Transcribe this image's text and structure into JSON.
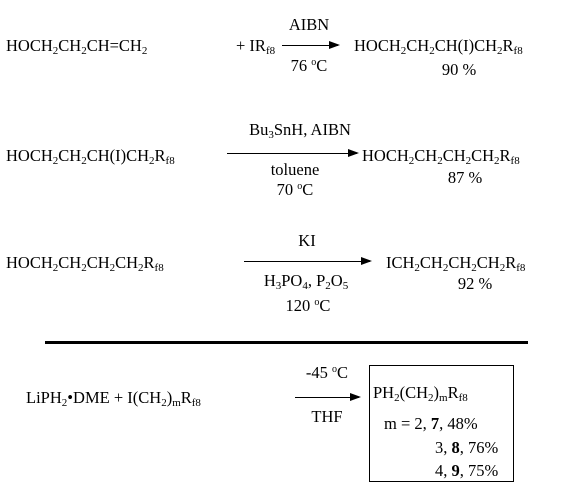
{
  "reactions": [
    {
      "reactants": [
        [
          [
            "HOCH",
            ""
          ],
          [
            "2",
            ".sub"
          ],
          [
            "CH",
            ""
          ],
          [
            "2",
            ".sub"
          ],
          [
            "CH=CH",
            ""
          ],
          [
            "2",
            ".sub"
          ]
        ],
        [
          [
            "+  IR",
            ""
          ],
          [
            "f8",
            ".sub"
          ]
        ]
      ],
      "conditions_above": [
        [
          [
            "AIBN",
            ""
          ]
        ]
      ],
      "conditions_below": [
        [
          [
            "76 ",
            ""
          ],
          [
            "o",
            ".sup"
          ],
          [
            "C",
            ""
          ]
        ]
      ],
      "product": [
        [
          "HOCH",
          ""
        ],
        [
          "2",
          ".sub"
        ],
        [
          "CH",
          ""
        ],
        [
          "2",
          ".sub"
        ],
        [
          "CH(I)CH",
          ""
        ],
        [
          "2",
          ".sub"
        ],
        [
          "R",
          ""
        ],
        [
          "f8",
          ".sub"
        ]
      ],
      "yield": "90 %"
    },
    {
      "reactants": [
        [
          [
            "HOCH",
            ""
          ],
          [
            "2",
            ".sub"
          ],
          [
            "CH",
            ""
          ],
          [
            "2",
            ".sub"
          ],
          [
            "CH(I)CH",
            ""
          ],
          [
            "2",
            ".sub"
          ],
          [
            "R",
            ""
          ],
          [
            "f8",
            ".sub"
          ]
        ]
      ],
      "conditions_above": [
        [
          [
            "Bu",
            ""
          ],
          [
            "3",
            ".sub"
          ],
          [
            "SnH, AIBN",
            ""
          ]
        ]
      ],
      "conditions_below": [
        [
          [
            "toluene",
            ""
          ]
        ],
        [
          [
            "70 ",
            ""
          ],
          [
            "o",
            ".sup"
          ],
          [
            "C",
            ""
          ]
        ]
      ],
      "product": [
        [
          "HOCH",
          ""
        ],
        [
          "2",
          ".sub"
        ],
        [
          "CH",
          ""
        ],
        [
          "2",
          ".sub"
        ],
        [
          "CH",
          ""
        ],
        [
          "2",
          ".sub"
        ],
        [
          "CH",
          ""
        ],
        [
          "2",
          ".sub"
        ],
        [
          "R",
          ""
        ],
        [
          "f8",
          ".sub"
        ]
      ],
      "yield": "87 %"
    },
    {
      "reactants": [
        [
          [
            "HOCH",
            ""
          ],
          [
            "2",
            ".sub"
          ],
          [
            "CH",
            ""
          ],
          [
            "2",
            ".sub"
          ],
          [
            "CH",
            ""
          ],
          [
            "2",
            ".sub"
          ],
          [
            "CH",
            ""
          ],
          [
            "2",
            ".sub"
          ],
          [
            "R",
            ""
          ],
          [
            "f8",
            ".sub"
          ]
        ]
      ],
      "conditions_above": [
        [
          [
            "KI",
            ""
          ]
        ]
      ],
      "conditions_below": [
        [
          [
            "H",
            ""
          ],
          [
            "3",
            ".sub"
          ],
          [
            "PO",
            ""
          ],
          [
            "4",
            ".sub"
          ],
          [
            ", P",
            ""
          ],
          [
            "2",
            ".sub"
          ],
          [
            "O",
            ""
          ],
          [
            "5",
            ".sub"
          ]
        ],
        [
          [
            "120 ",
            ""
          ],
          [
            "o",
            ".sup"
          ],
          [
            "C",
            ""
          ]
        ]
      ],
      "product": [
        [
          "ICH",
          ""
        ],
        [
          "2",
          ".sub"
        ],
        [
          "CH",
          ""
        ],
        [
          "2",
          ".sub"
        ],
        [
          "CH",
          ""
        ],
        [
          "2",
          ".sub"
        ],
        [
          "CH",
          ""
        ],
        [
          "2",
          ".sub"
        ],
        [
          "R",
          ""
        ],
        [
          "f8",
          ".sub"
        ]
      ],
      "yield": "92 %"
    },
    {
      "reactants": [
        [
          [
            "LiPH",
            ""
          ],
          [
            "2",
            ".sub"
          ],
          [
            "•DME  +  I(CH",
            ""
          ],
          [
            "2",
            ".sub"
          ],
          [
            ")",
            ""
          ],
          [
            "m",
            ".sub"
          ],
          [
            "R",
            ""
          ],
          [
            "f8",
            ".sub"
          ]
        ]
      ],
      "conditions_above": [
        [
          [
            "-45 ",
            ""
          ],
          [
            "o",
            ".sup"
          ],
          [
            "C",
            ""
          ]
        ]
      ],
      "conditions_below": [
        [
          [
            "THF",
            ""
          ]
        ]
      ],
      "product": [
        [
          "PH",
          ""
        ],
        [
          "2",
          ".sub"
        ],
        [
          "(CH",
          ""
        ],
        [
          "2",
          ".sub"
        ],
        [
          ")",
          ""
        ],
        [
          "m",
          ".sub"
        ],
        [
          "R",
          ""
        ],
        [
          "f8",
          ".sub"
        ]
      ],
      "yield_lines": [
        [
          [
            "m = 2, ",
            ""
          ],
          [
            "7",
            ".b"
          ],
          [
            ", 48%",
            ""
          ]
        ],
        [
          [
            "3, ",
            ""
          ],
          [
            "8",
            ".b"
          ],
          [
            ", 76%",
            ""
          ]
        ],
        [
          [
            "4, ",
            ""
          ],
          [
            "9",
            ".b"
          ],
          [
            ", 75%",
            ""
          ]
        ]
      ]
    }
  ]
}
